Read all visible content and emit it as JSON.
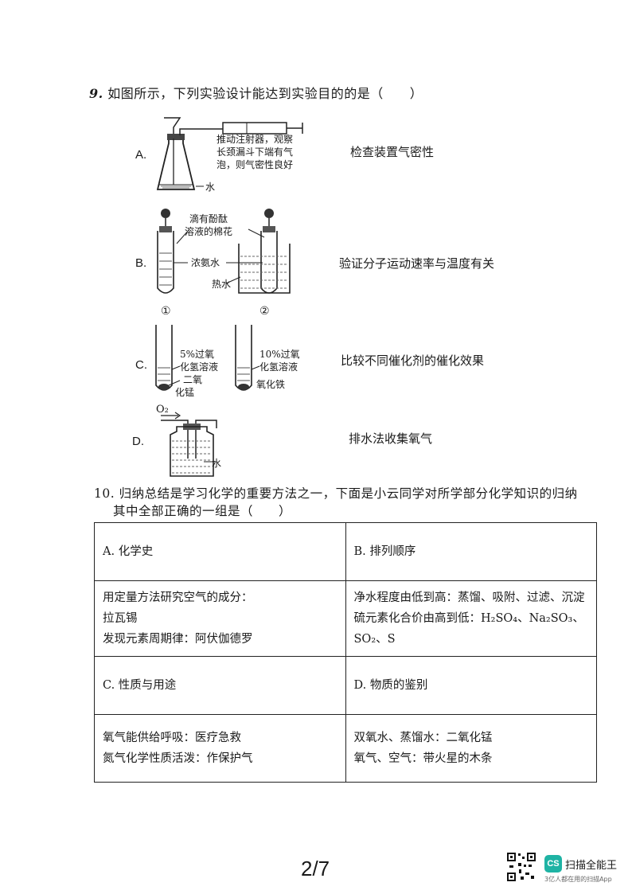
{
  "q9": {
    "stem": "如图所示，下列实验设计能达到实验目的的是（　　）",
    "options": [
      {
        "letter": "A.",
        "purpose": "检查装置气密性",
        "labels": [
          "推动注射器，观察",
          "长颈漏斗下端有气",
          "泡，则气密性良好",
          "水"
        ]
      },
      {
        "letter": "B.",
        "purpose": "验证分子运动速率与温度有关",
        "labels": [
          "滴有酚酞",
          "溶液的棉花",
          "浓氨水",
          "热水",
          "①",
          "②"
        ]
      },
      {
        "letter": "C.",
        "purpose": "比较不同催化剂的催化效果",
        "labels": [
          "5%过氧",
          "化氢溶液",
          "二氧",
          "化锰",
          "10%过氧",
          "化氢溶液",
          "氧化铁"
        ]
      },
      {
        "letter": "D.",
        "purpose": "排水法收集氧气",
        "labels": [
          "O₂",
          "水"
        ]
      }
    ]
  },
  "q10": {
    "stem_line1": "10. 归纳总结是学习化学的重要方法之一，下面是小云同学对所学部分化学知识的归纳",
    "stem_line2": "其中全部正确的一组是（　　）",
    "table": {
      "a_head": "A. 化学史",
      "b_head": "B. 排列顺序",
      "a_body": [
        "用定量方法研究空气的成分：",
        "拉瓦锡",
        "发现元素周期律：阿伏伽德罗"
      ],
      "b_body": [
        "净水程度由低到高：蒸馏、吸附、过滤、沉淀",
        "硫元素化合价由高到低：H₂SO₄、Na₂SO₃、SO₂、S"
      ],
      "c_head": "C. 性质与用途",
      "d_head": "D. 物质的鉴别",
      "c_body": [
        "氧气能供给呼吸：医疗急救",
        "氮气化学性质活泼：作保护气"
      ],
      "d_body": [
        "双氧水、蒸馏水：二氧化锰",
        "氧气、空气：带火星的木条"
      ]
    }
  },
  "footer": {
    "page": "2/7",
    "scanner_badge": "CS",
    "scanner_name": "扫描全能王",
    "scanner_tagline": "3亿人都在用的扫描App"
  },
  "colors": {
    "ink": "#1a1a1a",
    "badge": "#1fb3a4"
  }
}
